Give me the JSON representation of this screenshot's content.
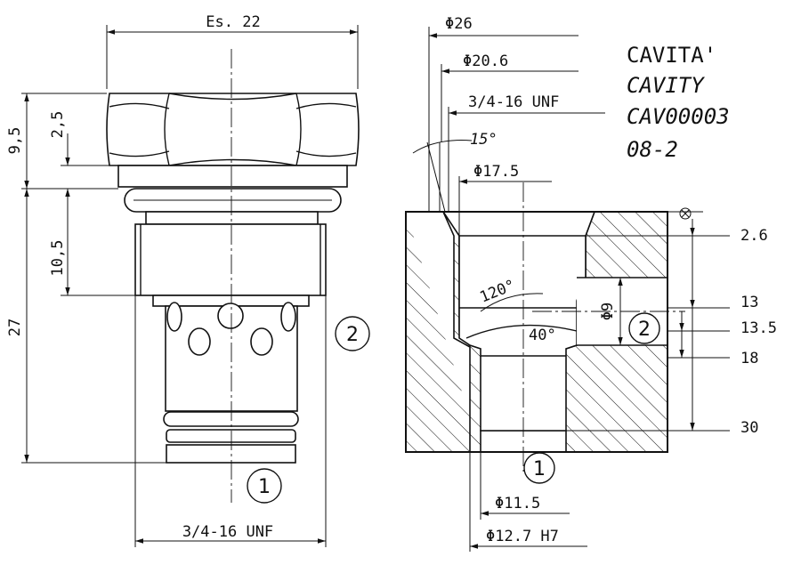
{
  "title": {
    "line1": "CAVITA'",
    "line2": "CAVITY",
    "line3": "CAV00003",
    "line4": "08-2"
  },
  "cartridge": {
    "hex_width": "Es. 22",
    "thread": "3/4-16 UNF",
    "dim_9_5": "9,5",
    "dim_2_5": "2,5",
    "dim_10_5": "10,5",
    "dim_27": "27",
    "port_1": "1",
    "port_2": "2"
  },
  "cavity": {
    "dia_26": "Φ26",
    "dia_20_6": "Φ20.6",
    "thread": "3/4-16 UNF",
    "angle_15": "15°",
    "dia_17_5": "Φ17.5",
    "angle_120": "120°",
    "angle_40": "40°",
    "dia_9": "Φ9",
    "dia_11_5": "Φ11.5",
    "dia_12_7": "Φ12.7 H7",
    "depth_2_6": "2.6",
    "depth_13": "13",
    "depth_13_5": "13.5",
    "depth_18": "18",
    "depth_30": "30",
    "port_1": "1",
    "port_2": "2"
  }
}
